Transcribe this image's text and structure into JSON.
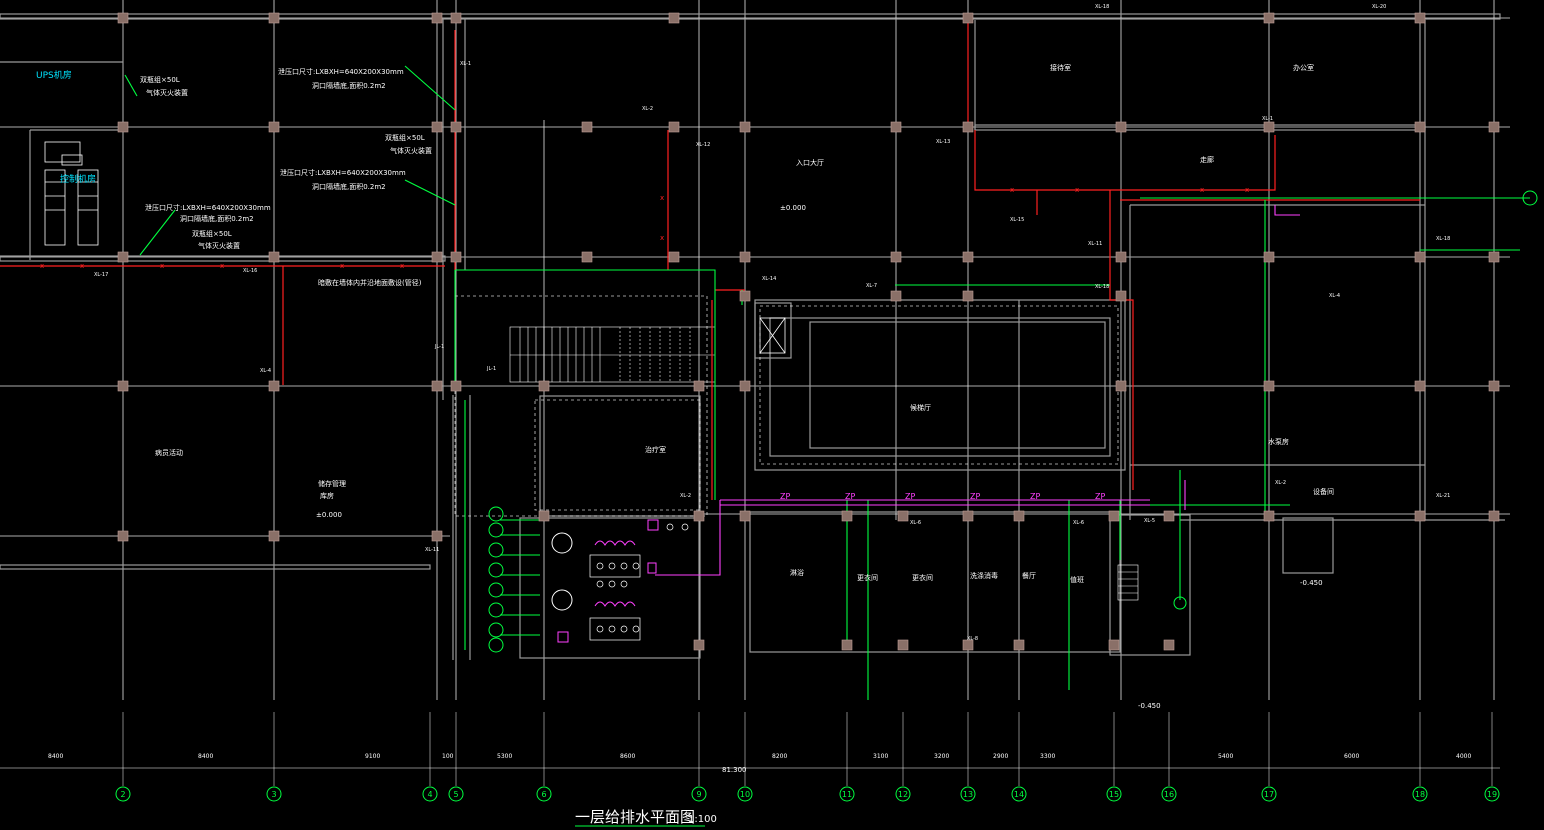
{
  "drawing": {
    "title": "一层给排水平面图",
    "scale": "1:100",
    "colors": {
      "background": "#000000",
      "wall": "#9a9a9a",
      "column": "#8a7068",
      "grid_line": "#ffffff",
      "fire_pipe": "#ff2020",
      "water_pipe": "#00ff40",
      "drain_pipe": "#ff40ff",
      "label_cyan": "#00e5ff",
      "axis_bubble": "#00ff40"
    }
  },
  "axes": {
    "labels": [
      "2",
      "3",
      "4",
      "5",
      "6",
      "9",
      "10",
      "11",
      "12",
      "13",
      "14",
      "15",
      "16",
      "17",
      "18",
      "19"
    ],
    "spans": [
      "8400",
      "8400",
      "9100",
      "100",
      "5300",
      "8600",
      "8200",
      "3100",
      "3200",
      "2900",
      "3300",
      "5400",
      "6000",
      "4000"
    ],
    "overall": "81.300"
  },
  "rooms": {
    "ups": "UPS机房",
    "control": "控制机房",
    "fire_box_1": "双瓶组×50L",
    "fire_box_1b": "气体灭火装置",
    "fire_box_2": "双瓶组×50L",
    "fire_box_2b": "气体灭火装置",
    "fire_box_3": "双瓶组×50L",
    "fire_box_3b": "气体灭火装置",
    "vent_1": "泄压口尺寸:LXBXH=640X200X30mm",
    "vent_1b": "洞口隔墙底,面积0.2m2",
    "vent_2": "泄压口尺寸:LXBXH=640X200X30mm",
    "vent_2b": "洞口隔墙底,面积0.2m2",
    "vent_3": "泄压口尺寸:LXBXH=640X200X30mm",
    "vent_3b": "洞口隔墙底,面积0.2m2",
    "entrance_hall": "入口大厅",
    "patient_activity": "病员活动",
    "treatment": "治疗室",
    "reception": "接待室",
    "corridor": "走廊",
    "lift_hall": "候梯厅",
    "office": "办公室",
    "storage": "库房",
    "store_office": "储存管理",
    "water_room": "水泵房",
    "shower": "淋浴",
    "changing_1": "更衣间",
    "changing_2": "更衣间",
    "wash": "洗涤消毒",
    "dining": "餐厅",
    "duty": "值班",
    "equipment": "设备间",
    "note_pipe": "暗敷在墙体内并沿地面敷设(管径)",
    "level_1": "±0.000",
    "level_2": "-0.450",
    "pipe_zp": "ZP"
  }
}
